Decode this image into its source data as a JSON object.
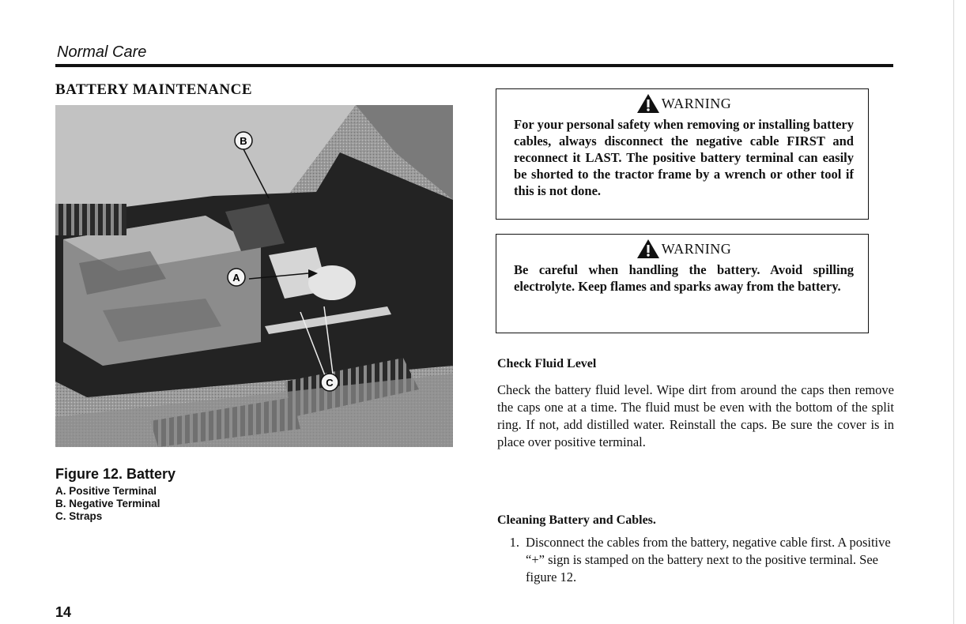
{
  "header": {
    "section": "Normal Care"
  },
  "main_heading": "BATTERY MAINTENANCE",
  "figure": {
    "callouts": {
      "a": "A",
      "b": "B",
      "c": "C"
    },
    "title": "Figure 12. Battery",
    "items": [
      "A. Positive Terminal",
      "B. Negative Terminal",
      "C. Straps"
    ]
  },
  "warnings": [
    {
      "heading": "WARNING",
      "body": "For your personal safety when removing or installing battery cables, always disconnect the negative cable FIRST and reconnect it LAST. The positive battery terminal can easily be shorted to the tractor frame by a wrench or other tool if this is not done."
    },
    {
      "heading": "WARNING",
      "body": "Be careful when handling the battery. Avoid spilling electrolyte. Keep flames and sparks away from the battery."
    }
  ],
  "check_fluid": {
    "heading": "Check Fluid Level",
    "body": "Check the battery fluid level. Wipe dirt from around the caps then remove the caps one at a time. The fluid must be even with the bottom of the split ring. If not, add distilled water. Reinstall the caps. Be sure the cover is in place over positive terminal."
  },
  "cleaning": {
    "heading": "Cleaning Battery and Cables.",
    "steps": [
      {
        "num": "1.",
        "text": "Disconnect the cables from the battery, negative cable first. A positive “+” sign is stamped on the battery next to the positive terminal. See figure 12."
      }
    ]
  },
  "page_number": "14"
}
